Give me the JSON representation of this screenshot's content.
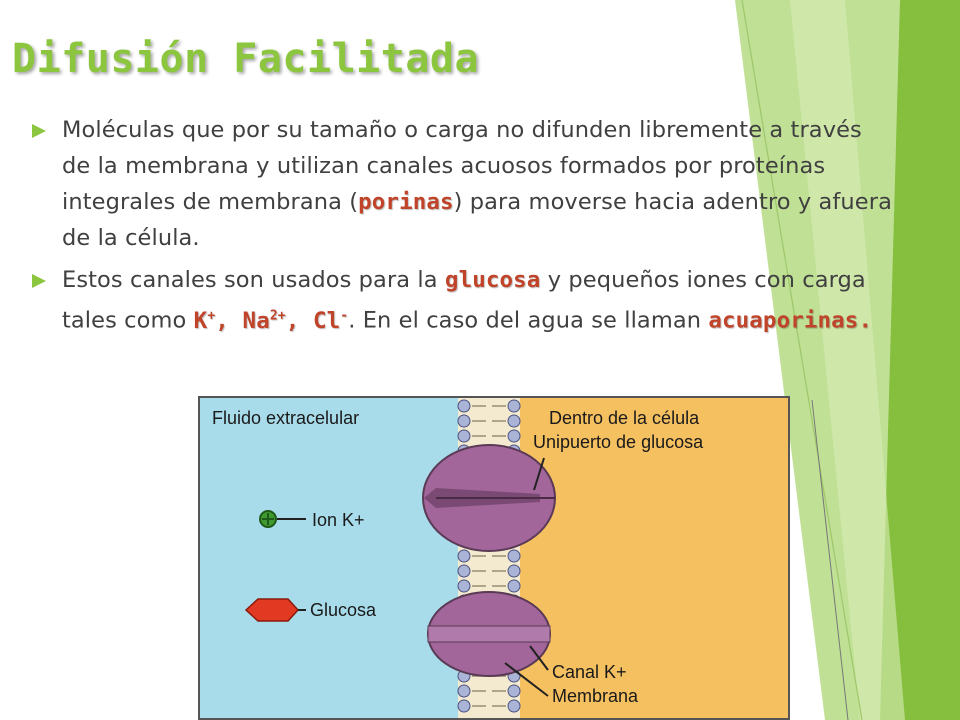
{
  "slide": {
    "title": "Difusión Facilitada",
    "accent_color": "#8cc63f",
    "keyword_color": "#c0442a",
    "bullet_icon": "triangle-right-icon"
  },
  "bullets": [
    {
      "pre": "Moléculas que por su tamaño o carga no difunden libremente a través de la membrana y utilizan canales acuosos formados por proteínas integrales de membrana (",
      "kw": "porinas",
      "post": ") para moverse hacia adentro y afuera de la célula."
    },
    {
      "pre": "Estos canales son usados para la ",
      "kw1": "glucosa",
      "mid": " y pequeños iones con carga tales como ",
      "ion1": "K",
      "ion1_sup": "+",
      "sep1": ", ",
      "ion2": "Na",
      "ion2_sup": "2+",
      "sep2": ", ",
      "ion3": "Cl",
      "ion3_sup": "-",
      "post": ". En el caso del agua se llaman ",
      "kw2": "acuaporinas."
    }
  ],
  "diagram": {
    "extracellular_label": "Fluido extracelular",
    "intracellular_label": "Dentro de la célula",
    "uniporter_label": "Unipuerto de glucosa",
    "ion_label": "Ion K+",
    "glucose_label": "Glucosa",
    "channel_label": "Canal K+",
    "membrane_label": "Membrana",
    "colors": {
      "extracellular": "#a8dcea",
      "intracellular": "#f5c060",
      "protein": "#a2669a",
      "lipid_head": "#aab4d6",
      "glucose": "#e23a22",
      "ion": "#3f9a32"
    }
  }
}
